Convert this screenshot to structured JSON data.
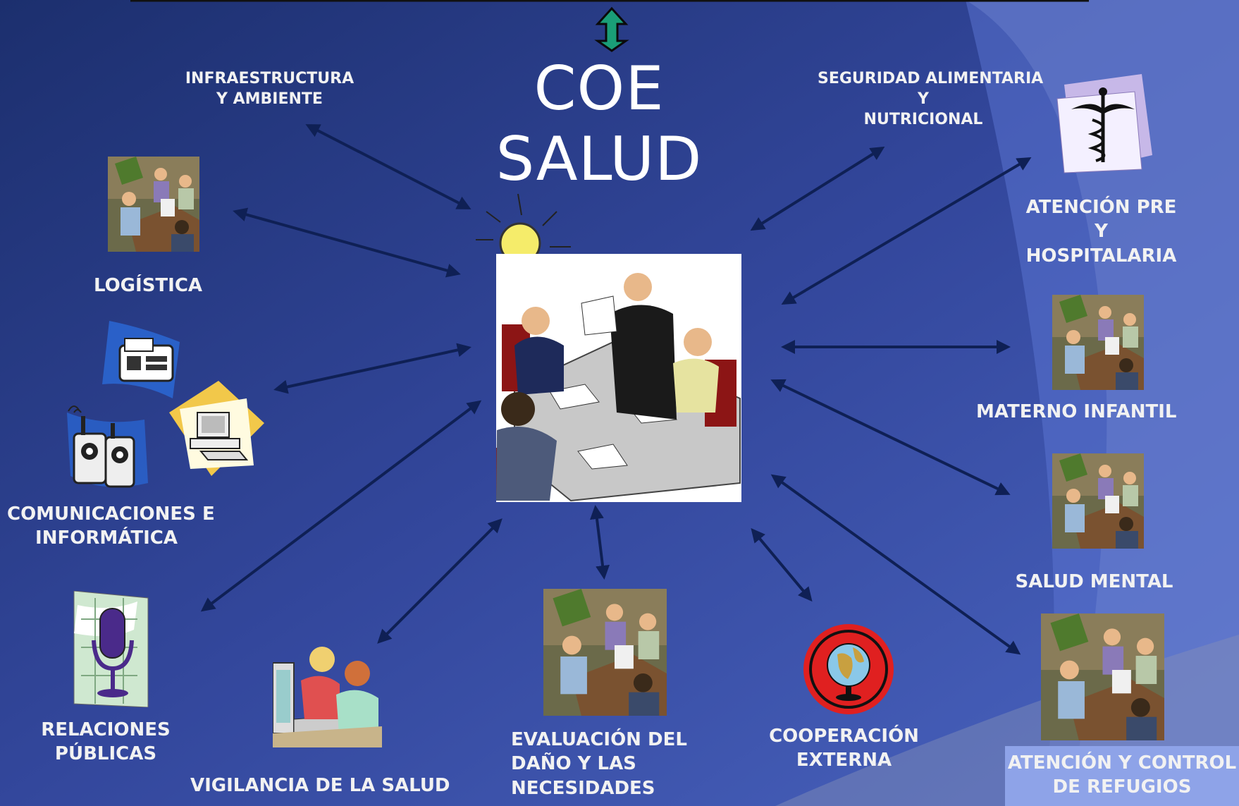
{
  "title": "COE SALUD",
  "nodes": {
    "infraestructura": [
      "INFRAESTRUCTURA",
      "Y AMBIENTE"
    ],
    "seguridad": [
      "SEGURIDAD ALIMENTARIA",
      "Y",
      "NUTRICIONAL"
    ],
    "logistica": [
      "LOGÍSTICA"
    ],
    "atencion_pre": [
      "ATENCIÓN PRE",
      "Y",
      "HOSPITALARIA"
    ],
    "materno": [
      "MATERNO INFANTIL"
    ],
    "comunicaciones": [
      "COMUNICACIONES E",
      "INFORMÁTICA"
    ],
    "salud_mental": [
      "SALUD MENTAL"
    ],
    "relaciones": [
      "RELACIONES",
      "PÚBLICAS"
    ],
    "vigilancia": [
      "VIGILANCIA DE LA SALUD"
    ],
    "evaluacion": [
      "EVALUACIÓN DEL",
      "DAÑO Y LAS",
      "NECESIDADES"
    ],
    "cooperacion": [
      "COOPERACIÓN",
      "EXTERNA"
    ],
    "refugios": [
      "ATENCIÓN Y CONTROL",
      "DE REFUGIOS"
    ]
  },
  "icons": {
    "center": "meeting-lightbulb-icon",
    "meeting": "meeting-icon",
    "caduceus": "caduceus-icon",
    "fax": "fax-icon",
    "computer": "computer-icon",
    "walkie": "walkie-talkie-icon",
    "microphone": "microphone-icon",
    "students": "students-computer-icon",
    "globe": "globe-icon"
  },
  "colors": {
    "background": "#2c3e8f",
    "arrow": "#0f2055",
    "connector": "#1a9e77",
    "label": "#f2f2f2",
    "highlight_box": "#8ea3e8"
  }
}
